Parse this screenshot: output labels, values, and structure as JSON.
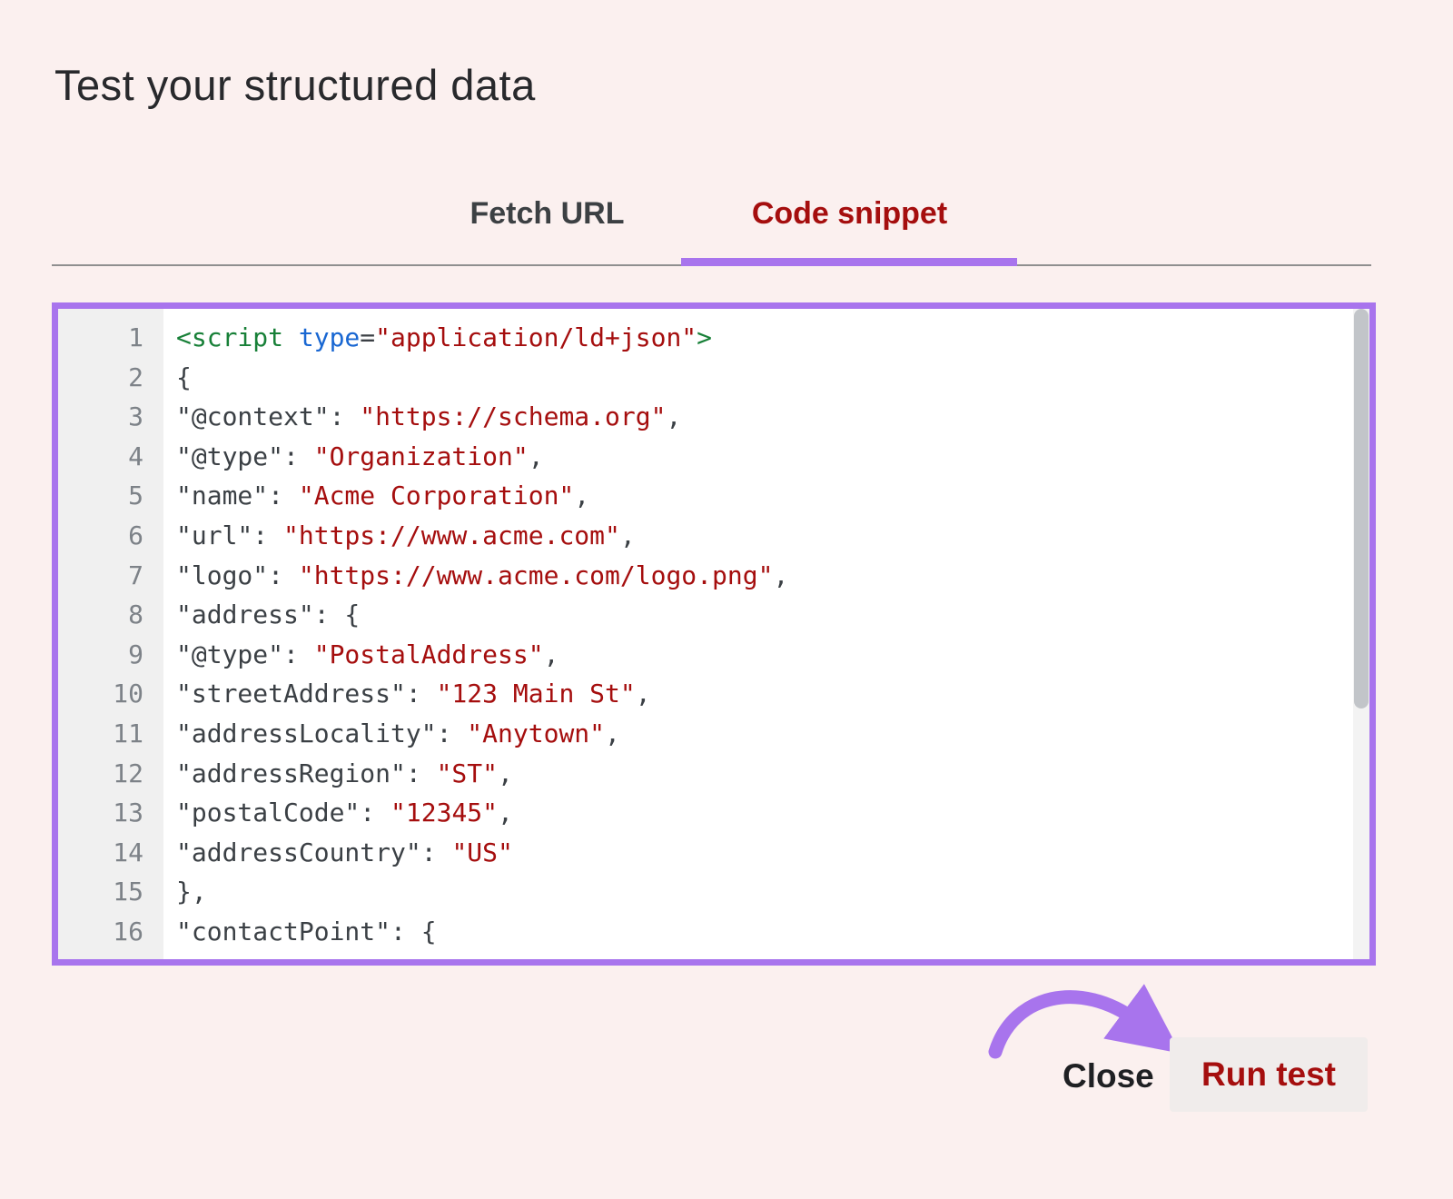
{
  "page": {
    "title": "Test your structured data",
    "background": "#fbf0ef"
  },
  "tabs": [
    {
      "label": "Fetch URL",
      "active": false
    },
    {
      "label": "Code snippet",
      "active": true
    }
  ],
  "editor": {
    "lines": [
      {
        "n": "1",
        "tokens": [
          [
            "tag",
            "<script "
          ],
          [
            "attr",
            "type"
          ],
          [
            "plain",
            "="
          ],
          [
            "string",
            "\"application/ld+json\""
          ],
          [
            "tag",
            ">"
          ]
        ]
      },
      {
        "n": "2",
        "tokens": [
          [
            "plain",
            "{"
          ]
        ]
      },
      {
        "n": "3",
        "tokens": [
          [
            "plain",
            "\"@context\": "
          ],
          [
            "string",
            "\"https://schema.org\""
          ],
          [
            "plain",
            ","
          ]
        ]
      },
      {
        "n": "4",
        "tokens": [
          [
            "plain",
            "\"@type\": "
          ],
          [
            "string",
            "\"Organization\""
          ],
          [
            "plain",
            ","
          ]
        ]
      },
      {
        "n": "5",
        "tokens": [
          [
            "plain",
            "\"name\": "
          ],
          [
            "string",
            "\"Acme Corporation\""
          ],
          [
            "plain",
            ","
          ]
        ]
      },
      {
        "n": "6",
        "tokens": [
          [
            "plain",
            "\"url\": "
          ],
          [
            "string",
            "\"https://www.acme.com\""
          ],
          [
            "plain",
            ","
          ]
        ]
      },
      {
        "n": "7",
        "tokens": [
          [
            "plain",
            "\"logo\": "
          ],
          [
            "string",
            "\"https://www.acme.com/logo.png\""
          ],
          [
            "plain",
            ","
          ]
        ]
      },
      {
        "n": "8",
        "tokens": [
          [
            "plain",
            "\"address\": {"
          ]
        ]
      },
      {
        "n": "9",
        "tokens": [
          [
            "plain",
            "\"@type\": "
          ],
          [
            "string",
            "\"PostalAddress\""
          ],
          [
            "plain",
            ","
          ]
        ]
      },
      {
        "n": "10",
        "tokens": [
          [
            "plain",
            "\"streetAddress\": "
          ],
          [
            "string",
            "\"123 Main St\""
          ],
          [
            "plain",
            ","
          ]
        ]
      },
      {
        "n": "11",
        "tokens": [
          [
            "plain",
            "\"addressLocality\": "
          ],
          [
            "string",
            "\"Anytown\""
          ],
          [
            "plain",
            ","
          ]
        ]
      },
      {
        "n": "12",
        "tokens": [
          [
            "plain",
            "\"addressRegion\": "
          ],
          [
            "string",
            "\"ST\""
          ],
          [
            "plain",
            ","
          ]
        ]
      },
      {
        "n": "13",
        "tokens": [
          [
            "plain",
            "\"postalCode\": "
          ],
          [
            "string",
            "\"12345\""
          ],
          [
            "plain",
            ","
          ]
        ]
      },
      {
        "n": "14",
        "tokens": [
          [
            "plain",
            "\"addressCountry\": "
          ],
          [
            "string",
            "\"US\""
          ]
        ]
      },
      {
        "n": "15",
        "tokens": [
          [
            "plain",
            "},"
          ]
        ]
      },
      {
        "n": "16",
        "tokens": [
          [
            "plain",
            "\"contactPoint\": {"
          ]
        ]
      }
    ]
  },
  "actions": {
    "close_label": "Close",
    "run_test_label": "Run test"
  },
  "icons": {
    "arrow_annotation": "curved-arrow-pointing-to-run-test-button"
  },
  "colors": {
    "accent_purple": "#a874ed",
    "active_tab_red": "#a50e0e",
    "code_string_red": "#a50e0e",
    "code_tag_green": "#188038",
    "code_attr_blue": "#1967d2",
    "code_plain": "#3b4045",
    "run_button_bg": "#f0eceb"
  }
}
